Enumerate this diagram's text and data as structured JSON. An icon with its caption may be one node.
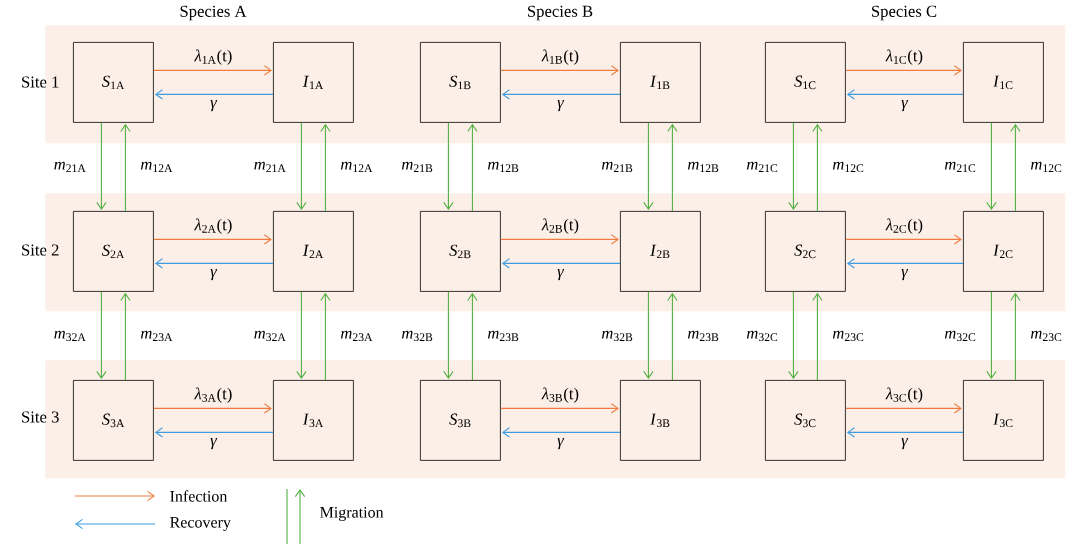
{
  "diagram": {
    "nodes": [
      {
        "text": [
          "Site 1"
        ]
      },
      {
        "text": [
          "*S*$_{1A}$"
        ],
        "in": 0
      },
      {
        "text": [
          "*I*$_{1A}$"
        ],
        "in": 0
      },
      {
        "text": [
          "*S*$_{1B}$"
        ],
        "in": 0
      },
      {
        "text": [
          "*I*$_{1B}$"
        ],
        "in": 0
      },
      {
        "text": [
          "*S*$_{1C}$"
        ],
        "in": 0
      },
      {
        "text": [
          "*I*$_{1C}$"
        ],
        "in": 0
      },
      {
        "text": [
          "Site 2"
        ]
      },
      {
        "text": [
          "*S*$_{2A}$"
        ],
        "in": 7
      },
      {
        "text": [
          "*I*$_{2A}$"
        ],
        "in": 7
      },
      {
        "text": [
          "*S*$_{2B}$"
        ],
        "in": 7
      },
      {
        "text": [
          "*I*$_{2B}$"
        ],
        "in": 7
      },
      {
        "text": [
          "*S*$_{2C}$"
        ],
        "in": 7
      },
      {
        "text": [
          "*I*$_{2C}$"
        ],
        "in": 7
      },
      {
        "text": [
          "Site 3"
        ]
      },
      {
        "text": [
          "*S*$_{3A}$"
        ],
        "in": 14
      },
      {
        "text": [
          "*I*$_{3A}$"
        ],
        "in": 14
      },
      {
        "text": [
          "*S*$_{3B}$"
        ],
        "in": 14
      },
      {
        "text": [
          "*I*$_{3B}$"
        ],
        "in": 14
      },
      {
        "text": [
          "*S*$_{3C}$"
        ],
        "in": 14
      },
      {
        "text": [
          "*I*$_{3C}$"
        ],
        "in": 14
      }
    ],
    "edges": [
      {
        "from": 1,
        "to": 2,
        "arrow": "to",
        "label": "*λ*$_{1A}$(t)",
        "color": "#f07b3f"
      },
      {
        "from": 2,
        "to": 1,
        "arrow": "to",
        "label": "γ",
        "color": "#3d9be0"
      },
      {
        "from": 3,
        "to": 4,
        "arrow": "to",
        "label": "*λ*$_{1B}$(t)",
        "color": "#f07b3f"
      },
      {
        "from": 4,
        "to": 3,
        "arrow": "to",
        "label": "γ",
        "color": "#3d9be0"
      },
      {
        "from": 5,
        "to": 6,
        "arrow": "to",
        "label": "*λ*$_{1C}$(t)",
        "color": "#f07b3f"
      },
      {
        "from": 6,
        "to": 5,
        "arrow": "to",
        "label": "γ",
        "color": "#3d9be0"
      },
      {
        "from": 8,
        "to": 9,
        "arrow": "to",
        "label": "*λ*$_{2A}$(t)",
        "color": "#f07b3f"
      },
      {
        "from": 9,
        "to": 8,
        "arrow": "to",
        "label": "γ",
        "color": "#3d9be0"
      },
      {
        "from": 10,
        "to": 11,
        "arrow": "to",
        "label": "*λ*$_{2B}$(t)",
        "color": "#f07b3f"
      },
      {
        "from": 11,
        "to": 10,
        "arrow": "to",
        "label": "γ",
        "color": "#3d9be0"
      },
      {
        "from": 12,
        "to": 13,
        "arrow": "to",
        "label": "*λ*$_{2C}$(t)",
        "color": "#f07b3f"
      },
      {
        "from": 13,
        "to": 12,
        "arrow": "to",
        "label": "γ",
        "color": "#3d9be0"
      },
      {
        "from": 15,
        "to": 16,
        "arrow": "to",
        "label": "*λ*$_{3A}$(t)",
        "color": "#f07b3f"
      },
      {
        "from": 16,
        "to": 15,
        "arrow": "to",
        "label": "γ",
        "color": "#3d9be0"
      },
      {
        "from": 17,
        "to": 18,
        "arrow": "to",
        "label": "*λ*$_{3B}$(t)",
        "color": "#f07b3f"
      },
      {
        "from": 18,
        "to": 17,
        "arrow": "to",
        "label": "γ",
        "color": "#3d9be0"
      },
      {
        "from": 19,
        "to": 20,
        "arrow": "to",
        "label": "*λ*$_{3C}$(t)",
        "color": "#f07b3f"
      },
      {
        "from": 20,
        "to": 19,
        "arrow": "to",
        "label": "γ",
        "color": "#3d9be0"
      },
      {
        "from": 1,
        "to": 8,
        "arrow": "to",
        "label": "*m*$_{21A}$"
      },
      {
        "from": 8,
        "to": 1,
        "arrow": "to",
        "label": "*m*$_{12A}$"
      },
      {
        "from": 2,
        "to": 9,
        "arrow": "to",
        "label": "*m*$_{21A}$"
      },
      {
        "from": 9,
        "to": 2,
        "arrow": "to",
        "label": "*m*$_{12A}$"
      },
      {
        "from": 3,
        "to": 10,
        "arrow": "to",
        "label": "*m*$_{21B}$"
      },
      {
        "from": 10,
        "to": 3,
        "arrow": "to",
        "label": "*m*$_{12B}$"
      },
      {
        "from": 4,
        "to": 11,
        "arrow": "to",
        "label": "*m*$_{21B}$"
      },
      {
        "from": 11,
        "to": 4,
        "arrow": "to",
        "label": "*m*$_{12B}$"
      },
      {
        "from": 5,
        "to": 12,
        "arrow": "to",
        "label": "*m*$_{21C}$"
      },
      {
        "from": 12,
        "to": 5,
        "arrow": "to",
        "label": "*m*$_{12C}$"
      },
      {
        "from": 6,
        "to": 13,
        "arrow": "to",
        "label": "*m*$_{21C}$"
      },
      {
        "from": 13,
        "to": 6,
        "arrow": "to",
        "label": "*m*$_{12C}$"
      },
      {
        "from": 8,
        "to": 15,
        "arrow": "to",
        "label": "*m*$_{32A}$"
      },
      {
        "from": 15,
        "to": 8,
        "arrow": "to",
        "label": "*m*$_{23A}$"
      },
      {
        "from": 9,
        "to": 16,
        "arrow": "to",
        "label": "*m*$_{32A}$"
      },
      {
        "from": 16,
        "to": 9,
        "arrow": "to",
        "label": "*m*$_{23A}$"
      },
      {
        "from": 10,
        "to": 17,
        "arrow": "to",
        "label": "*m*$_{32B}$"
      },
      {
        "from": 17,
        "to": 10,
        "arrow": "to",
        "label": "*m*$_{23B}$"
      },
      {
        "from": 11,
        "to": 18,
        "arrow": "to",
        "label": "*m*$_{32B}$"
      },
      {
        "from": 18,
        "to": 11,
        "arrow": "to",
        "label": "*m*$_{23B}$"
      },
      {
        "from": 12,
        "to": 19,
        "arrow": "to",
        "label": "*m*$_{32C}$"
      },
      {
        "from": 19,
        "to": 12,
        "arrow": "to",
        "label": "*m*$_{23C}$"
      },
      {
        "from": 13,
        "to": 20,
        "arrow": "to",
        "label": "*m*$_{32C}$"
      },
      {
        "from": 20,
        "to": 13,
        "arrow": "to",
        "label": "*m*$_{23C}$"
      }
    ],
    "labels": [
      "Species A",
      "Species B",
      "Species C"
    ],
    "legend": [
      {
        "text": "Infection"
      },
      {
        "text": "Recovery"
      },
      {
        "text": "Migration"
      }
    ]
  }
}
